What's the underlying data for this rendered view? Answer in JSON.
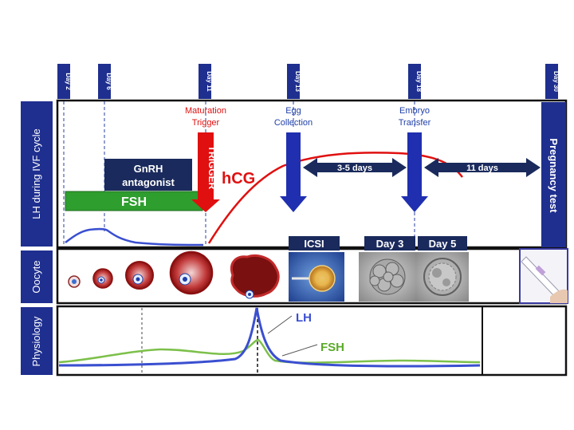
{
  "days": [
    "Day 2",
    "Day 6",
    "Day 11",
    "Day 13",
    "Day 18",
    "Day 30"
  ],
  "rows": {
    "lh": "LH during IVF cycle",
    "oocyte": "Oocyte",
    "physiology": "Physiology"
  },
  "labels": {
    "maturation_line1": "Maturation",
    "maturation_line2": "Trigger",
    "egg_line1": "Egg",
    "egg_line2": "Collection",
    "embryo_line1": "Embryo",
    "embryo_line2": "Transfer",
    "gnrh_line1": "GnRH",
    "gnrh_line2": "antagonist",
    "fsh_bar": "FSH",
    "trigger": "TRIGGER",
    "hcg": "hCG",
    "span_3_5": "3-5 days",
    "span_11": "11 days",
    "pregnancy_test": "Pregnancy test",
    "icsi": "ICSI",
    "day3": "Day 3",
    "day5": "Day 5",
    "phys_lh": "LH",
    "phys_fsh": "FSH"
  },
  "colors": {
    "navy": "#1f2f8f",
    "dark_navy": "#1a2a5c",
    "blue_arrow": "#1f2fb0",
    "red": "#e01010",
    "green": "#2e9e2e",
    "lh_curve": "#3a4fd0",
    "fsh_curve": "#7cc04a"
  },
  "icons": [
    "follicle-icon",
    "syringe-icon",
    "embryo-icon",
    "pregnancy-test-stick-icon"
  ]
}
